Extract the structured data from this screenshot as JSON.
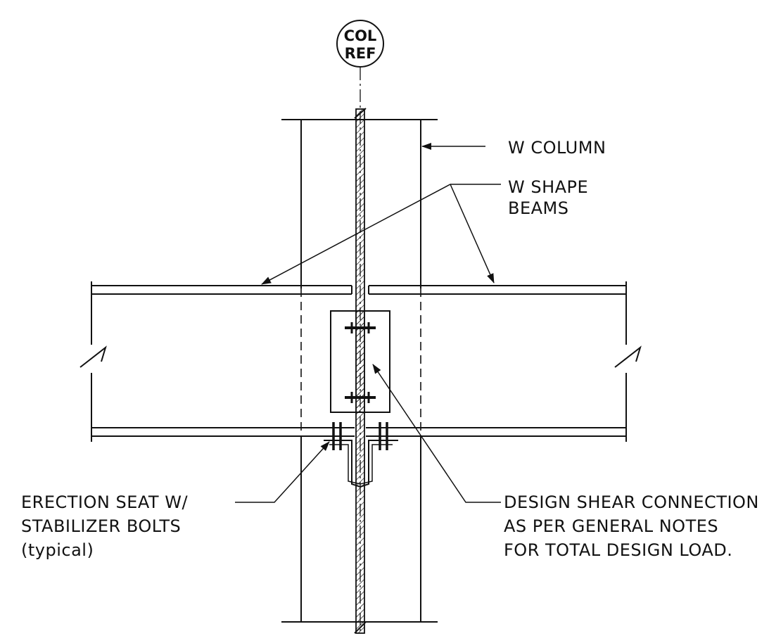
{
  "column_tag": {
    "line1": "COL",
    "line2": "REF"
  },
  "labels": {
    "w_column": "W COLUMN",
    "w_shape_beams_line1": "W SHAPE",
    "w_shape_beams_line2": "BEAMS",
    "erection_seat_line1": "ERECTION SEAT W/",
    "erection_seat_line2": "STABILIZER BOLTS",
    "erection_seat_line3": "(typical)",
    "shear_connection_line1": "DESIGN SHEAR CONNECTION",
    "shear_connection_line2": "AS PER GENERAL NOTES",
    "shear_connection_line3": "FOR TOTAL DESIGN LOAD."
  }
}
